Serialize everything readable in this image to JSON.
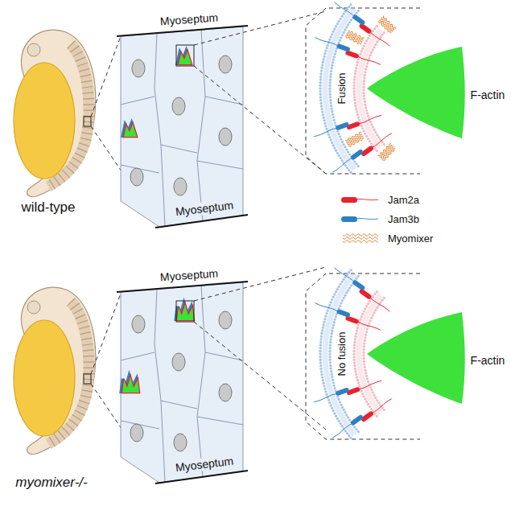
{
  "diagram": {
    "labels": [
      "Myoseptum",
      "Myoseptum",
      "wild-type",
      "Fusion",
      "F-actin",
      "Myoseptum",
      "Myoseptum",
      "myomixer-/-",
      "No fusion",
      "F-actin"
    ],
    "legend": [
      {
        "text": "Jam2a",
        "color": "#e8232f"
      },
      {
        "text": "Jam3b",
        "color": "#2f7fc4"
      },
      {
        "text": "Myomixer",
        "color": "#e08a3c"
      }
    ]
  }
}
